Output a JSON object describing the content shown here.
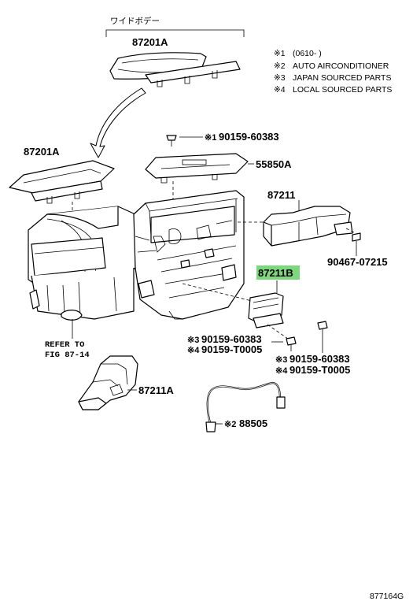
{
  "group_label": "ワイドボデー",
  "notes": [
    {
      "mark": "※1",
      "text": "(0610-      )"
    },
    {
      "mark": "※2",
      "text": "AUTO AIRCONDITIONER"
    },
    {
      "mark": "※3",
      "text": "JAPAN SOURCED PARTS"
    },
    {
      "mark": "※4",
      "text": "LOCAL SOURCED PARTS"
    }
  ],
  "parts": {
    "p87201a_top": "87201A",
    "p87201a_left": "87201A",
    "p90159_60383_top_mark": "※1",
    "p90159_60383_top": "90159-60383",
    "p55850a": "55850A",
    "p87211": "87211",
    "p90467": "90467-07215",
    "p87211b": "87211B",
    "p90159_left_a_mark": "※3",
    "p90159_left_a": "90159-60383",
    "p90159_left_b_mark": "※4",
    "p90159_left_b": "90159-T0005",
    "p90159_right_a_mark": "※3",
    "p90159_right_a": "90159-60383",
    "p90159_right_b_mark": "※4",
    "p90159_right_b": "90159-T0005",
    "p87211a": "87211A",
    "p88505_mark": "※2",
    "p88505": "88505"
  },
  "refer": {
    "line1": "REFER TO",
    "line2": "FIG 87-14"
  },
  "figure_id": "877164G",
  "colors": {
    "highlight": "#7dd87d"
  }
}
